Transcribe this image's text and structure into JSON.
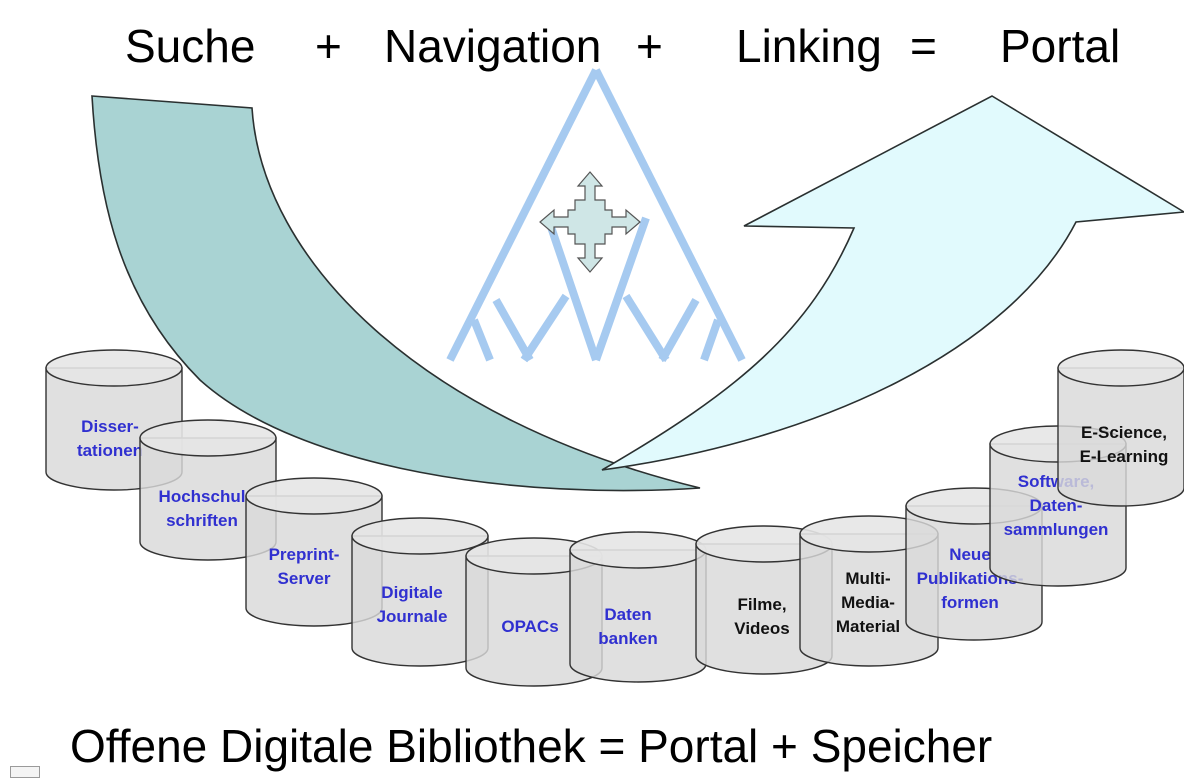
{
  "title": {
    "search": "Suche",
    "plus1": "+",
    "navigation": "Navigation",
    "plus2": "+",
    "linking": "Linking",
    "equals": "=",
    "portal": "Portal"
  },
  "footer": "Offene Digitale Bibliothek = Portal + Speicher",
  "colors": {
    "left_arrow": "#a9d3d3",
    "right_arrow": "#e1fafd",
    "tree": "#a6caf0",
    "cylinder": "#d9d9d9",
    "label_blue": "#3030d0",
    "label_black": "#111111"
  },
  "icons": {
    "center": "four-way-move-icon"
  },
  "cylinders": [
    {
      "id": "dissertationen",
      "lines": [
        "Disser-",
        "tationen"
      ],
      "color": "blue"
    },
    {
      "id": "hochschulschriften",
      "lines": [
        "Hochschul",
        "schriften"
      ],
      "color": "blue"
    },
    {
      "id": "preprint-server",
      "lines": [
        "Preprint-",
        "Server"
      ],
      "color": "blue"
    },
    {
      "id": "digitale-journale",
      "lines": [
        "Digitale",
        "Journale"
      ],
      "color": "blue"
    },
    {
      "id": "opacs",
      "lines": [
        "OPACs"
      ],
      "color": "blue"
    },
    {
      "id": "datenbanken",
      "lines": [
        "Daten",
        "banken"
      ],
      "color": "blue"
    },
    {
      "id": "filme-videos",
      "lines": [
        "Filme,",
        "Videos"
      ],
      "color": "black"
    },
    {
      "id": "multimedia",
      "lines": [
        "Multi-",
        "Media-",
        "Material"
      ],
      "color": "black"
    },
    {
      "id": "neue-publikationsformen",
      "lines": [
        "Neue",
        "Publikations-",
        "formen"
      ],
      "color": "blue"
    },
    {
      "id": "software-datensammlungen",
      "lines": [
        "Software,",
        "Daten-",
        "sammlungen"
      ],
      "color": "blue"
    },
    {
      "id": "e-science",
      "lines": [
        "E-Science,",
        "E-Learning"
      ],
      "color": "black"
    }
  ]
}
